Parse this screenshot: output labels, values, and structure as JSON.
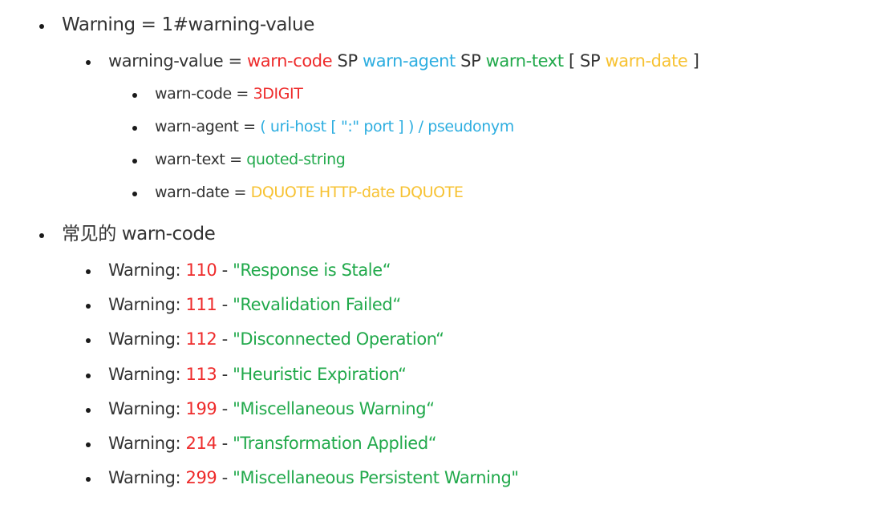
{
  "colors": {
    "red": "#ee2b2b",
    "blue": "#2eaee0",
    "green": "#21a94b",
    "yellow": "#f7c232",
    "text": "#333333"
  },
  "section1": {
    "heading": "Warning = 1#warning-value",
    "definition": {
      "lhs": "warning-value = ",
      "warn_code": "warn-code",
      "sp1": " SP ",
      "warn_agent": "warn-agent",
      "sp2": " SP ",
      "warn_text": "warn-text",
      "open": " [ SP ",
      "warn_date": "warn-date",
      "close": " ]"
    },
    "rules": [
      {
        "lhs": "warn-code = ",
        "rhs": "3DIGIT",
        "color": "red"
      },
      {
        "lhs": "warn-agent = ",
        "rhs": "( uri-host [ \":\" port ] ) / pseudonym",
        "color": "blue"
      },
      {
        "lhs": "warn-text = ",
        "rhs": "quoted-string",
        "color": "green"
      },
      {
        "lhs": "warn-date = ",
        "rhs": "DQUOTE HTTP-date DQUOTE",
        "color": "yellow"
      }
    ]
  },
  "section2": {
    "heading": "常见的 warn-code",
    "codes": [
      {
        "prefix": "Warning: ",
        "code": "110",
        "sep": " - ",
        "text": "\"Response is Stale“"
      },
      {
        "prefix": "Warning: ",
        "code": "111",
        "sep": " - ",
        "text": "\"Revalidation Failed“"
      },
      {
        "prefix": "Warning: ",
        "code": "112",
        "sep": " - ",
        "text": "\"Disconnected Operation“"
      },
      {
        "prefix": "Warning: ",
        "code": "113",
        "sep": " - ",
        "text": "\"Heuristic Expiration“"
      },
      {
        "prefix": "Warning: ",
        "code": "199",
        "sep": " - ",
        "text": "\"Miscellaneous Warning“"
      },
      {
        "prefix": "Warning: ",
        "code": "214",
        "sep": " - ",
        "text": "\"Transformation Applied“"
      },
      {
        "prefix": "Warning: ",
        "code": "299",
        "sep": " - ",
        "text": "\"Miscellaneous Persistent Warning\""
      }
    ]
  }
}
